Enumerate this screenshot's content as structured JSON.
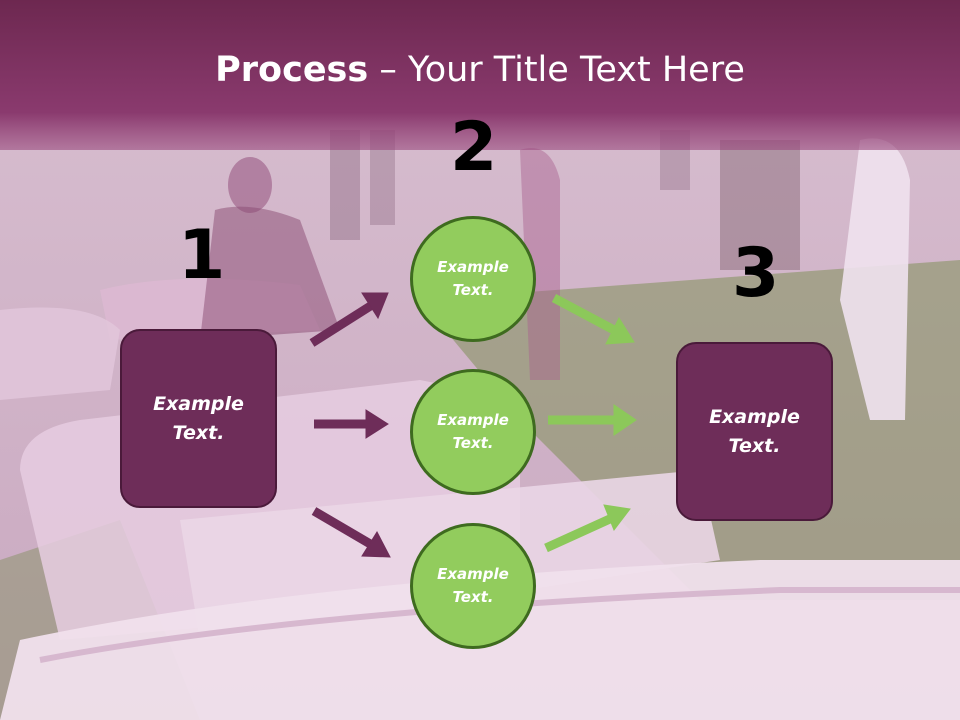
{
  "title": {
    "bold": "Process",
    "rest": " – Your Title Text Here"
  },
  "steps": [
    {
      "number": "1",
      "label": "Example Text."
    },
    {
      "number": "2",
      "items": [
        "Example Text.",
        "Example Text.",
        "Example Text."
      ]
    },
    {
      "number": "3",
      "label": "Example Text."
    }
  ],
  "colors": {
    "header": "#7a2f60",
    "box_fill": "#6e2d59",
    "circle_fill": "#92cc5d",
    "arrow_purple": "#6e2d59",
    "arrow_green": "#8cc85a"
  }
}
